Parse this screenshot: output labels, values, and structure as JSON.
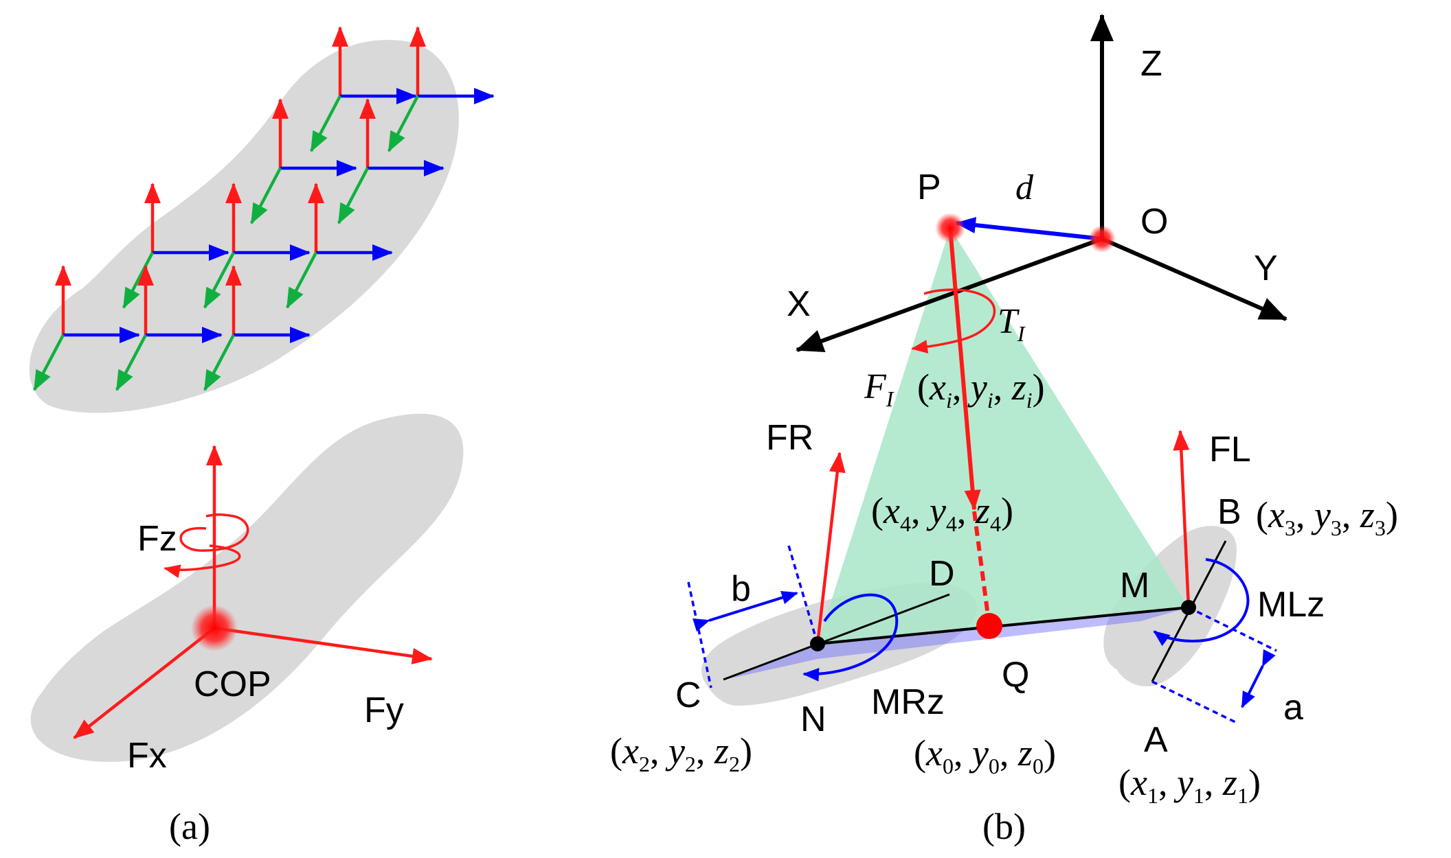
{
  "panel_a": {
    "caption": "(a)",
    "labels": {
      "fz": "Fz",
      "cop": "COP",
      "fy": "Fy",
      "fx": "Fx"
    }
  },
  "panel_b": {
    "caption": "(b)",
    "axes": {
      "z": "Z",
      "y": "Y",
      "x": "X",
      "origin": "O"
    },
    "points": {
      "p": "P",
      "q": "Q",
      "a": "A",
      "b": "B",
      "c": "C",
      "d": "D",
      "m": "M",
      "n": "N"
    },
    "forces": {
      "fr": "FR",
      "fl": "FL",
      "mrz": "MRz",
      "mlz": "MLz"
    },
    "dims": {
      "a": "a",
      "b": "b"
    },
    "math": {
      "d_vec": "d⃗",
      "t_i": "T",
      "t_i_sub": "I",
      "f_i": "F",
      "f_i_sub": "I",
      "coord_i": "(x_i, y_i, z_i)",
      "coord_4": "(x_4, y_4, z_4)",
      "coord_3": "(x_3, y_3, z_3)",
      "coord_2": "(x_2, y_2, z_2)",
      "coord_0": "(x_0, y_0, z_0)",
      "coord_1": "(x_1, y_1, z_1)"
    },
    "coord_parts": {
      "i": "i",
      "n4": "4",
      "n3": "3",
      "n2": "2",
      "n0": "0",
      "n1": "1"
    }
  },
  "colors": {
    "force": "#ff1a1a",
    "blue": "#0000ff",
    "green": "#10b040",
    "support": "#d9d9d9",
    "triangle": "#a8e6c8"
  }
}
